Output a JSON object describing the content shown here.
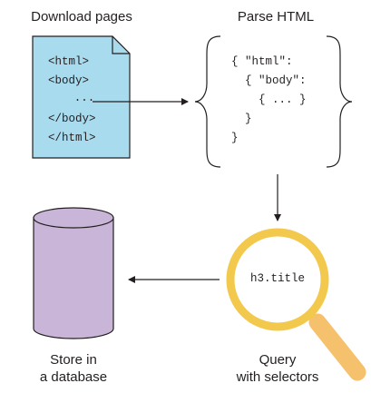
{
  "steps": {
    "download": {
      "label": "Download pages",
      "document_lines": [
        "<html>",
        "<body>",
        "...",
        "</body>",
        "</html>"
      ]
    },
    "parse": {
      "label": "Parse HTML",
      "tree_lines": [
        "{ \"html\":",
        "  { \"body\":",
        "    { ... }",
        "  }",
        "}"
      ]
    },
    "query": {
      "label_line1": "Query",
      "label_line2": "with selectors",
      "selector": "h3.title"
    },
    "store": {
      "label_line1": "Store in",
      "label_line2": "a database"
    }
  },
  "colors": {
    "document_fill": "#a9dbee",
    "database_fill": "#c9b5d8",
    "magnifier_ring": "#f2c94c",
    "magnifier_handle": "#f5c16c",
    "stroke": "#231f20"
  },
  "icons": [
    "document-icon",
    "brace-icon",
    "magnifier-icon",
    "database-icon"
  ]
}
